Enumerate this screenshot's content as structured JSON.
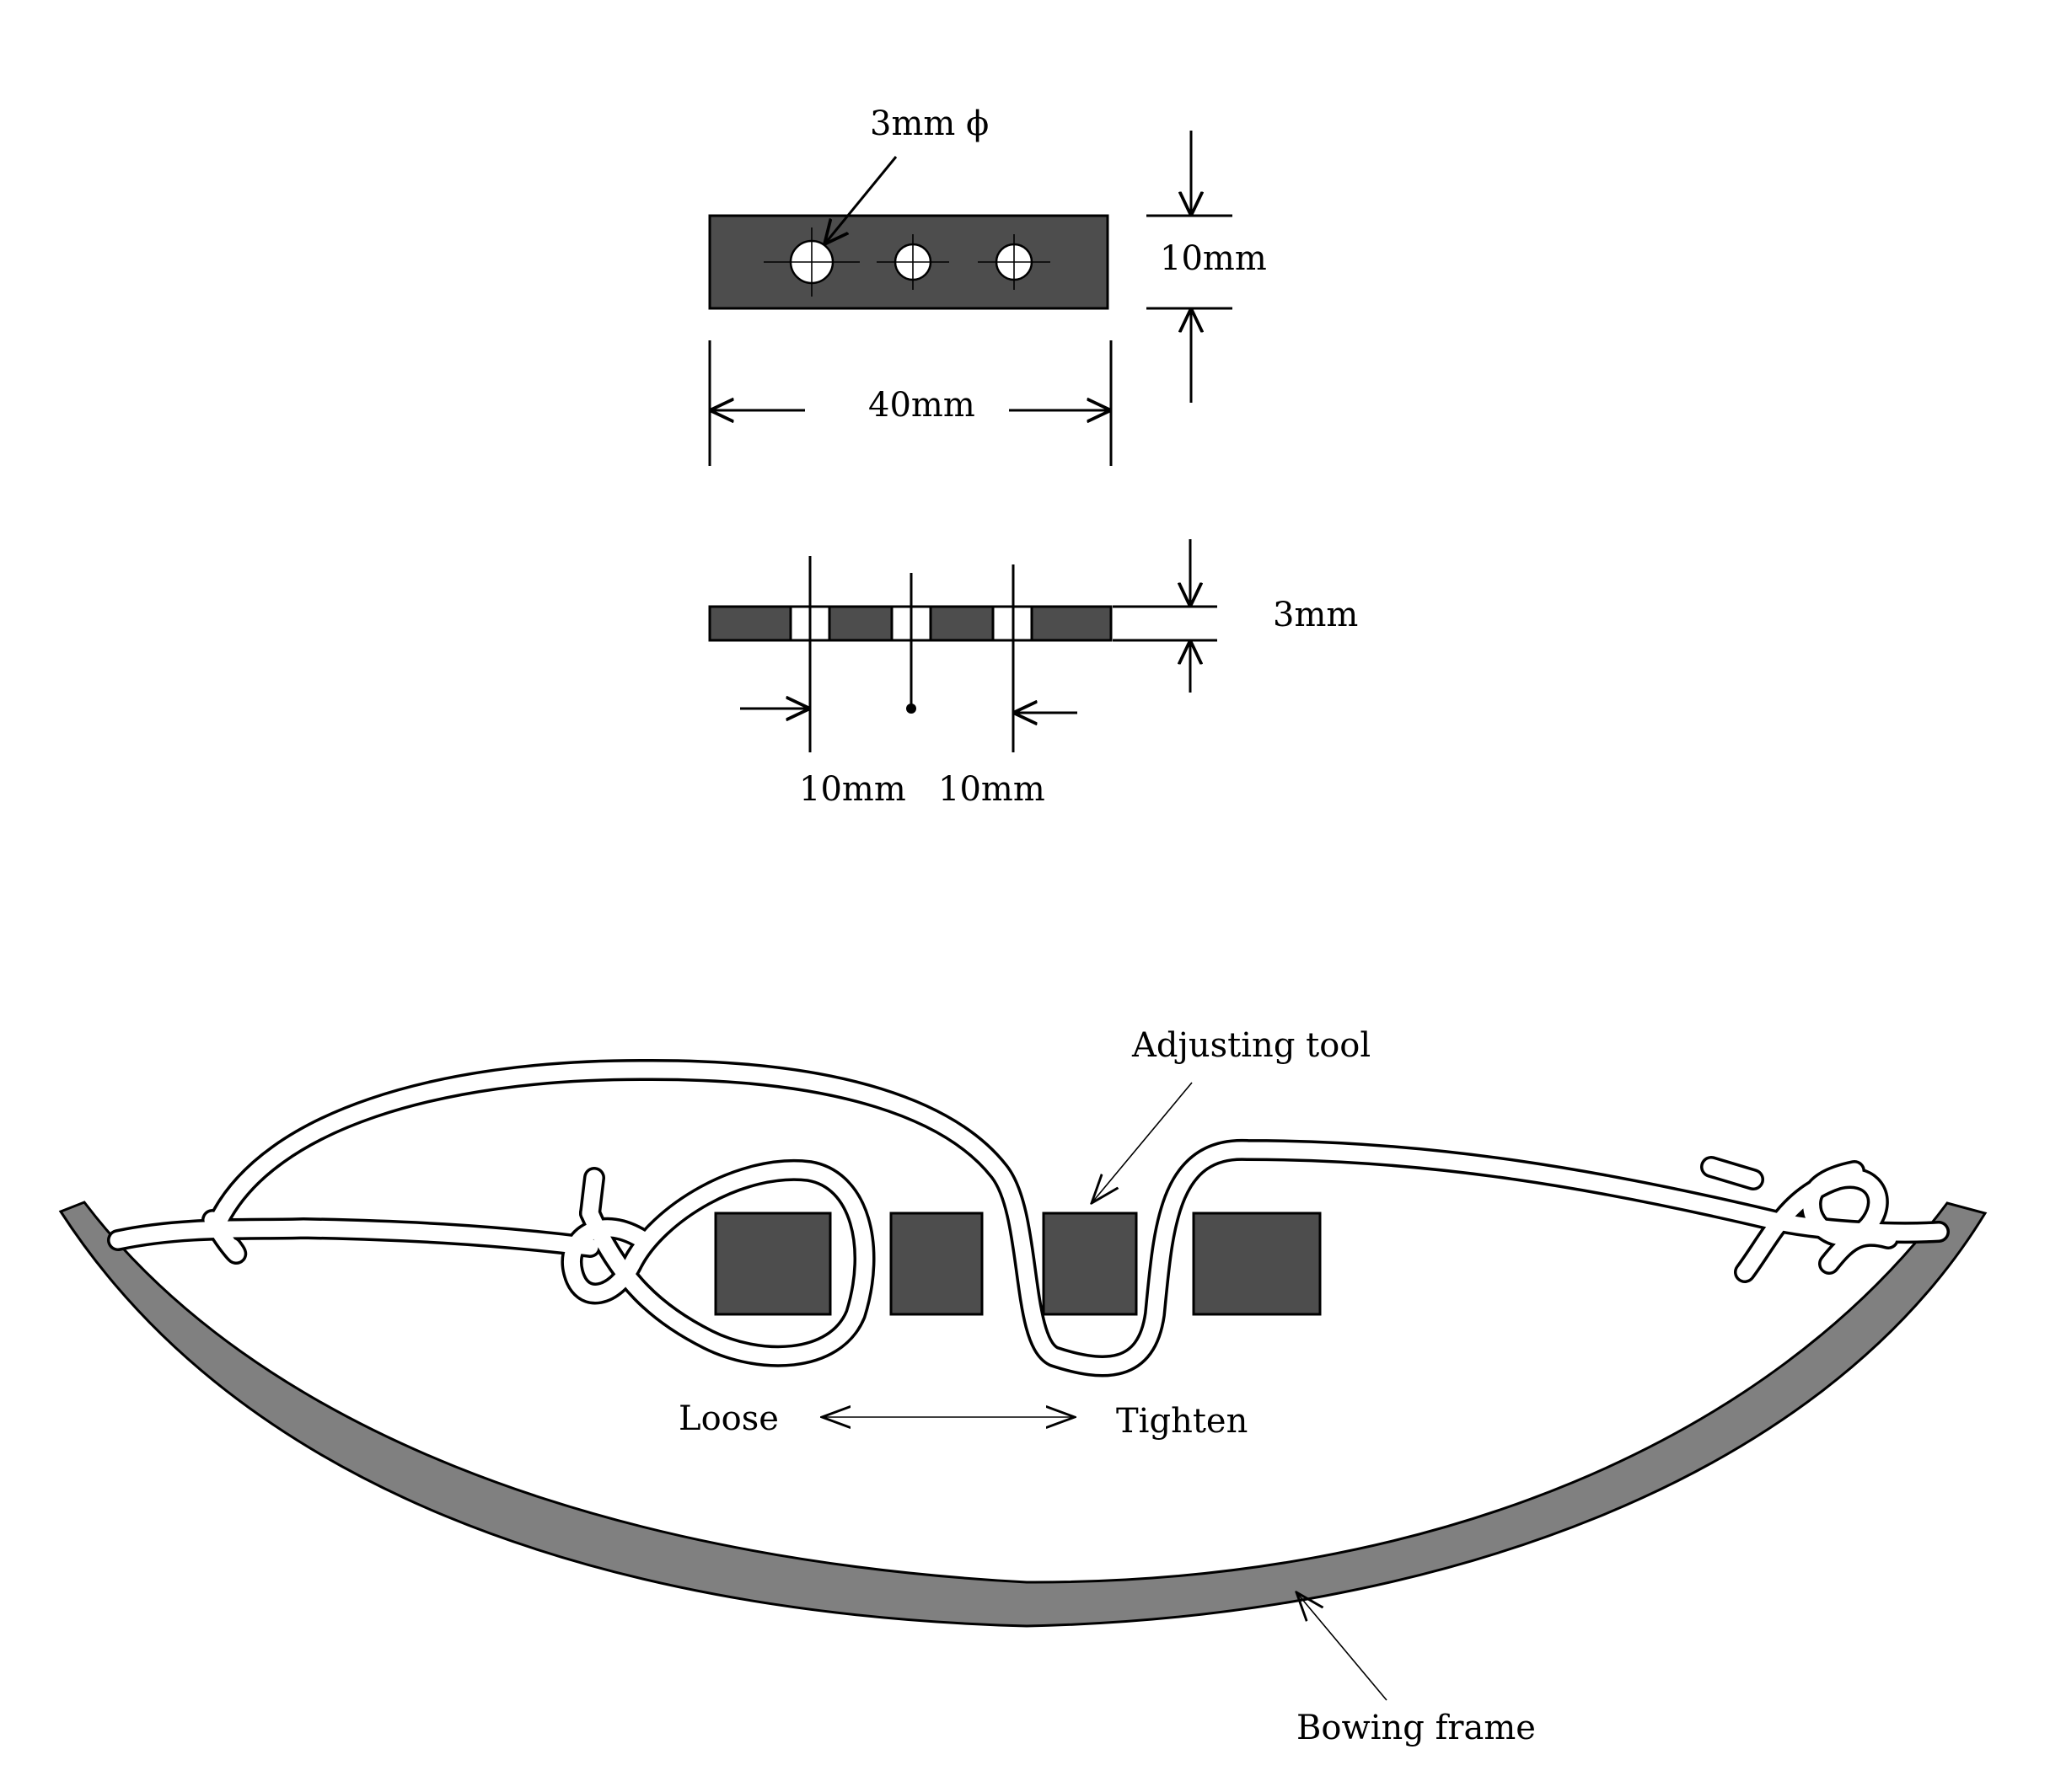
{
  "top_view": {
    "hole_label": "3mm ϕ",
    "height_label": "10mm",
    "length_label": "40mm"
  },
  "side_view": {
    "thickness_label": "3mm",
    "pitch_left_label": "10mm",
    "pitch_right_label": "10mm"
  },
  "assembly": {
    "tool_label": "Adjusting tool",
    "loose_label": "Loose",
    "tighten_label": "Tighten",
    "frame_label": "Bowing frame"
  },
  "colors": {
    "plate": "#4d4d4d",
    "frame": "#808080",
    "line": "#000000"
  }
}
